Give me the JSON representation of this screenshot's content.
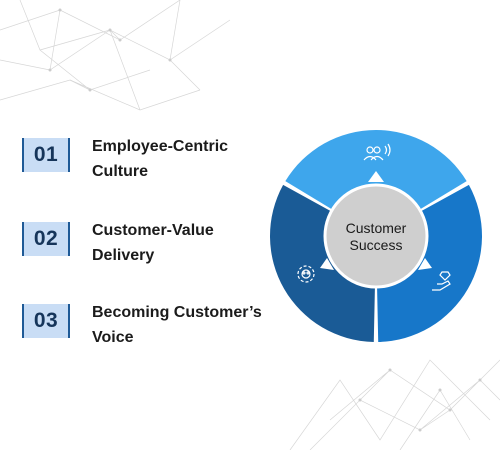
{
  "items": [
    {
      "number": "01",
      "label_line1": "Employee-Centric",
      "label_line2": "Culture"
    },
    {
      "number": "02",
      "label_line1": "Customer-Value",
      "label_line2": "Delivery"
    },
    {
      "number": "03",
      "label_line1": "Becoming Customer’s",
      "label_line2": "Voice"
    }
  ],
  "wheel": {
    "center_line1": "Customer",
    "center_line2": "Success",
    "segments": [
      {
        "icon": "team-broadcast-icon",
        "color": "#3ea6ec"
      },
      {
        "icon": "hand-diamond-icon",
        "color": "#1777c9"
      },
      {
        "icon": "gear-people-icon",
        "color": "#1a5b96"
      }
    ]
  },
  "colors": {
    "number_box": "#c9ddf5",
    "number_border": "#1f5a96",
    "hub": "#cfcfcf"
  }
}
